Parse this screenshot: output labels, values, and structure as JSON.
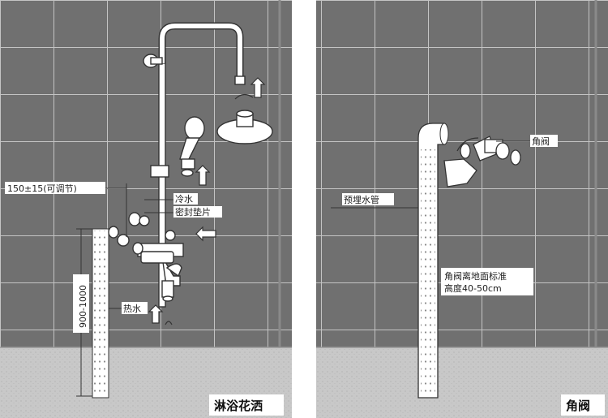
{
  "left_panel": {
    "title": "淋浴花洒",
    "labels": {
      "spacing": "150±15(可调节)",
      "cold_water": "冷水",
      "seal_gasket": "密封垫片",
      "hot_water": "热水",
      "height_range": "900-1000"
    }
  },
  "right_panel": {
    "title": "角阀",
    "labels": {
      "angle_valve": "角阀",
      "embedded_pipe": "预埋水管",
      "standard_line1": "角阀离地面标准",
      "standard_line2": "高度40-50cm"
    }
  },
  "colors": {
    "wall": "#6f6f6f",
    "grout": "#bdbdbd",
    "floor": "#c9c9c9",
    "fixture": "#ffffff",
    "outline": "#333333"
  }
}
